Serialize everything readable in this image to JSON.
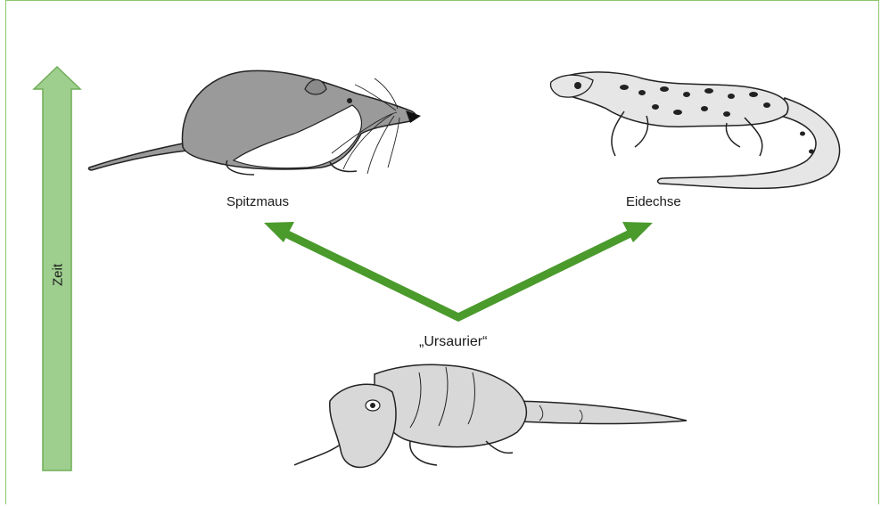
{
  "labels": {
    "time_axis": "Zeit",
    "left_descendant": "Spitzmaus",
    "right_descendant": "Eidechse",
    "ancestor": "„Ursaurier“"
  },
  "colors": {
    "frame_border": "#8cc56e",
    "time_arrow_fill": "#9fcf8f",
    "time_arrow_stroke": "#6fae56",
    "branch_arrow": "#4a9a2c",
    "shrew_body": "#9a9a9a",
    "shrew_belly": "#ffffff",
    "lizard_body": "#e6e6e6",
    "ancestor_body": "#d8d8d8"
  },
  "icons": {
    "shrew": "shrew-illustration",
    "lizard": "lizard-illustration",
    "ancestor": "ancestral-reptile-illustration"
  }
}
